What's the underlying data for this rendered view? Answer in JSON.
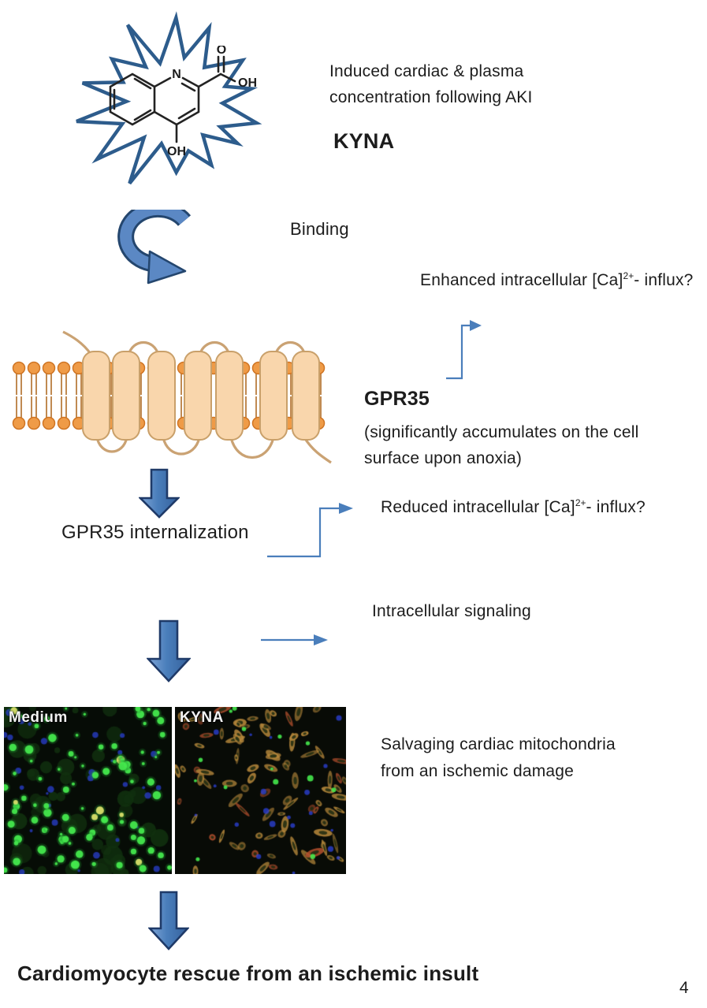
{
  "page": {
    "number": "4"
  },
  "kyna_section": {
    "description_line1": "Induced cardiac & plasma",
    "description_line2": "concentration following AKI",
    "molecule_name": "KYNA",
    "molecule_labels": {
      "n": "N",
      "o": "O",
      "oh_acid": "OH",
      "oh_ring": "OH"
    }
  },
  "binding": {
    "label": "Binding"
  },
  "enhanced_influx": {
    "prefix": "Enhanced intracellular [Ca]",
    "superscript": "2+",
    "suffix": "- influx?"
  },
  "gpr35": {
    "title": "GPR35",
    "note_line1": "(significantly accumulates on the cell",
    "note_line2": "surface upon anoxia)"
  },
  "internalization": {
    "label": "GPR35 internalization"
  },
  "reduced_influx": {
    "prefix": "Reduced intracellular [Ca]",
    "superscript": "2+",
    "suffix": "- influx?"
  },
  "signaling": {
    "label": "Intracellular signaling"
  },
  "micrograph": {
    "left_label": "Medium",
    "right_label": "KYNA"
  },
  "salvage": {
    "line1": "Salvaging cardiac mitochondria",
    "line2": "from an ischemic damage"
  },
  "conclusion": {
    "title": "Cardiomyocyte rescue from an ischemic insult"
  },
  "colors": {
    "arrow_blue": "#4a7ebb",
    "arrow_border": "#1f3a68",
    "starburst_outline": "#2d5c8c",
    "membrane_orange": "#ef9b47",
    "helix_peach": "#f9d6ac",
    "text": "#1c1c1c"
  }
}
